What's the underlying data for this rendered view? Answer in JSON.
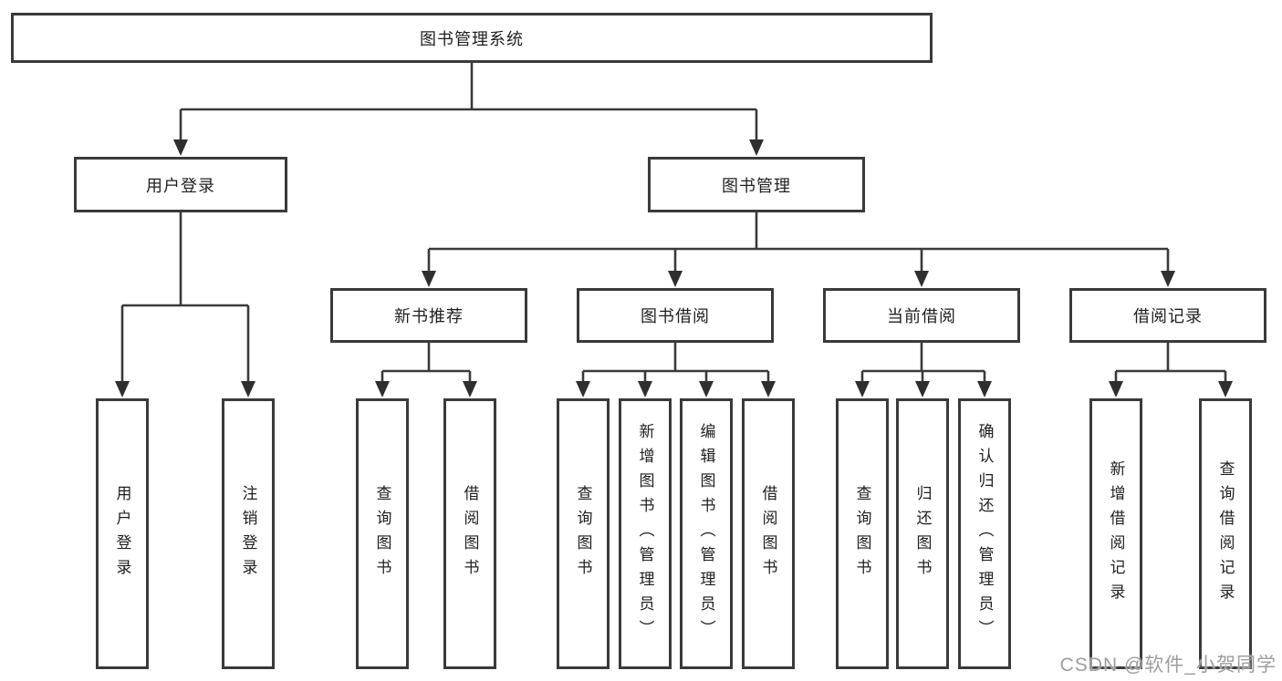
{
  "nodes": {
    "root": "图书管理系统",
    "level2": [
      "用户登录",
      "图书管理"
    ],
    "level3": [
      "新书推荐",
      "图书借阅",
      "当前借阅",
      "借阅记录"
    ],
    "leaves": {
      "g1": [
        "用户登录",
        "注销登录"
      ],
      "g2": [
        "查询图书",
        "借阅图书"
      ],
      "g3": [
        "查询图书",
        "新增图书（管理员）",
        "编辑图书（管理员）",
        "借阅图书"
      ],
      "g4": [
        "查询图书",
        "归还图书",
        "确认归还（管理员）"
      ],
      "g5": [
        "新增借阅记录",
        "查询借阅记录"
      ]
    }
  },
  "watermark": "CSDN @软件_小贺同学",
  "colors": {
    "line": "#3a3a3a",
    "box_border": "#3a3a3a",
    "text": "#1f1f1f",
    "background": "#ffffff",
    "watermark": "#9e9e9e"
  }
}
